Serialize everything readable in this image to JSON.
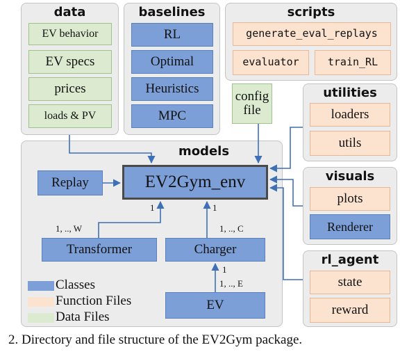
{
  "panels": {
    "data": {
      "title": "data",
      "items": [
        "EV behavior",
        "EV specs",
        "prices",
        "loads & PV"
      ]
    },
    "baselines": {
      "title": "baselines",
      "items": [
        "RL",
        "Optimal",
        "Heuristics",
        "MPC"
      ]
    },
    "scripts": {
      "title": "scripts",
      "items": [
        "generate_eval_replays",
        "evaluator",
        "train_RL"
      ]
    },
    "config": {
      "label": "config file"
    },
    "utilities": {
      "title": "utilities",
      "items": [
        "loaders",
        "utils"
      ]
    },
    "models": {
      "title": "models",
      "env": "EV2Gym_env",
      "replay": "Replay",
      "transformer": "Transformer",
      "charger": "Charger",
      "ev": "EV",
      "mult": {
        "transformer_env": "1",
        "transformer_side": "1, .., W",
        "charger_env": "1",
        "charger_side": "1, .., C",
        "ev_charger": "1",
        "ev_side": "1, .., E"
      }
    },
    "visuals": {
      "title": "visuals",
      "items": [
        "plots",
        "Renderer"
      ]
    },
    "rl_agent": {
      "title": "rl_agent",
      "items": [
        "state",
        "reward"
      ]
    }
  },
  "legend": {
    "classes": "Classes",
    "function_files": "Function Files",
    "data_files": "Data Files"
  },
  "caption": "2.  Directory and file structure of the EV2Gym package.",
  "colors": {
    "data_fill": "#dcebd0",
    "function_fill": "#fce3cf",
    "class_fill": "#7c9fd8",
    "arrow": "#3f6fb5",
    "panel_fill": "#ececec"
  }
}
